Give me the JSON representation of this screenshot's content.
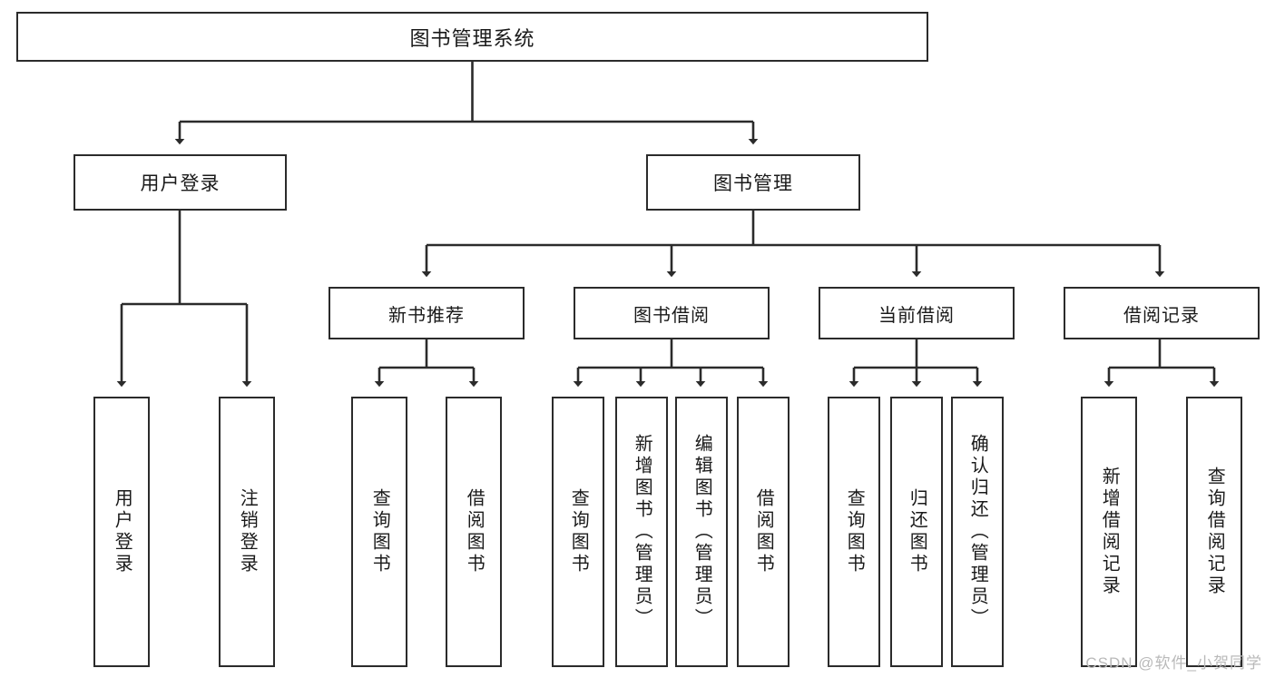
{
  "diagram": {
    "title": "图书管理系统",
    "type": "tree-hierarchy",
    "watermark": "CSDN @软件_小贺同学",
    "colors": {
      "box_border": "#2b2b2b",
      "box_fill": "#ffffff",
      "connector": "#2b2b2b",
      "text": "#1a1a1a",
      "watermark": "#b9b9b9"
    },
    "root": {
      "label": "图书管理系统"
    },
    "level2": [
      {
        "label": "用户登录"
      },
      {
        "label": "图书管理"
      }
    ],
    "level3": [
      {
        "label": "新书推荐"
      },
      {
        "label": "图书借阅"
      },
      {
        "label": "当前借阅"
      },
      {
        "label": "借阅记录"
      }
    ],
    "leaves": {
      "user_login": [
        {
          "label": "用户登录"
        },
        {
          "label": "注销登录"
        }
      ],
      "new_book_recommend": [
        {
          "label": "查询图书"
        },
        {
          "label": "借阅图书"
        }
      ],
      "book_borrow": [
        {
          "label": "查询图书"
        },
        {
          "label": "新增图书（管理员）"
        },
        {
          "label": "编辑图书（管理员）"
        },
        {
          "label": "借阅图书"
        }
      ],
      "current_borrow": [
        {
          "label": "查询图书"
        },
        {
          "label": "归还图书"
        },
        {
          "label": "确认归还（管理员）"
        }
      ],
      "borrow_record": [
        {
          "label": "新增借阅记录"
        },
        {
          "label": "查询借阅记录"
        }
      ]
    }
  }
}
